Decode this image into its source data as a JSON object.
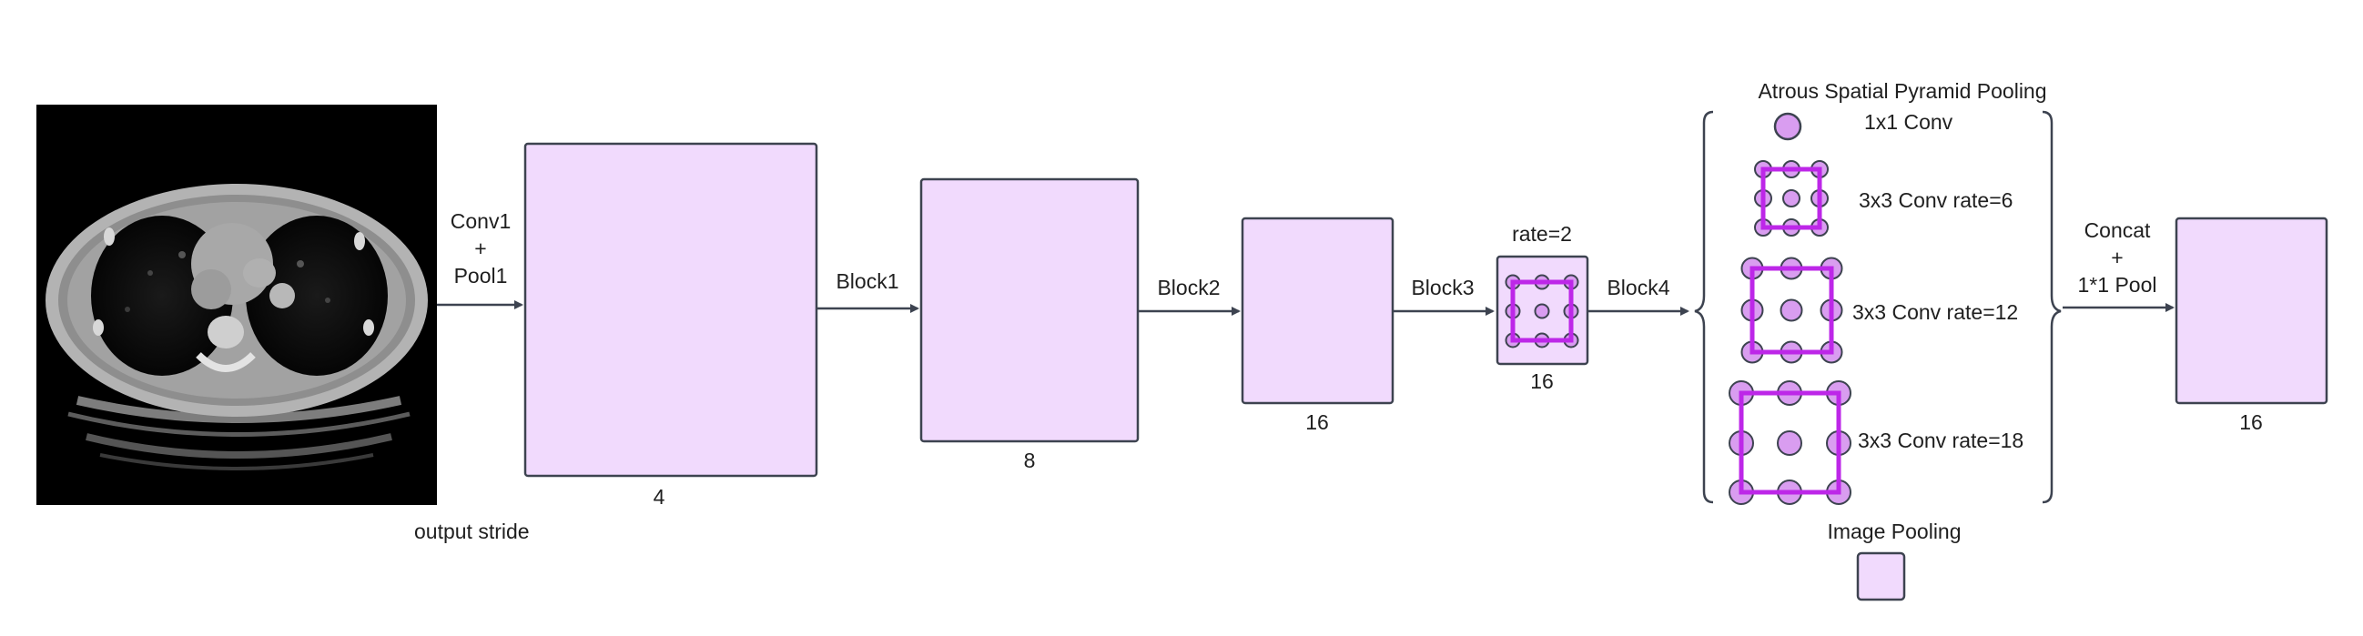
{
  "colors": {
    "block_fill": "#f1dafd",
    "block_stroke": "#3d4350",
    "accent": "#bd27e8",
    "dot_fill": "#d99df0",
    "arrow": "#3d4350"
  },
  "input": {
    "image": "ct-chest-scan"
  },
  "labels": {
    "conv1": [
      "Conv1",
      "+",
      "Pool1"
    ],
    "output_stride": "output stride",
    "block1": "Block1",
    "block2": "Block2",
    "block3": "Block3",
    "block4": "Block4",
    "rate": "rate=2",
    "concat": [
      "Concat",
      "+",
      "1*1 Pool"
    ]
  },
  "strides": [
    "4",
    "8",
    "16",
    "16",
    "16"
  ],
  "aspp": {
    "title": "Atrous Spatial Pyramid Pooling",
    "branches": [
      "1x1 Conv",
      "3x3 Conv rate=6",
      "3x3 Conv rate=12",
      "3x3 Conv rate=18"
    ],
    "image_pooling": "Image Pooling"
  }
}
